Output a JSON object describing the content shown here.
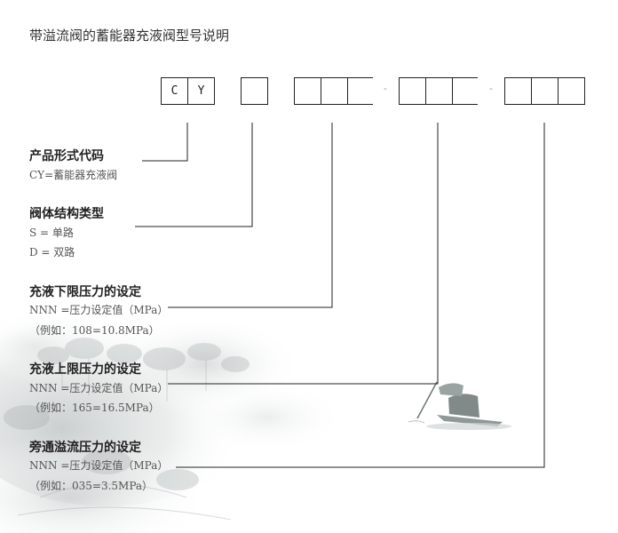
{
  "title": "带溢流阀的蓄能器充液阀型号说明",
  "code_boxes": {
    "group1": [
      "C",
      "Y"
    ],
    "group2": [
      ""
    ],
    "group3": [
      "",
      "",
      ""
    ],
    "group4": [
      "",
      "",
      ""
    ],
    "group5": [
      "",
      "",
      ""
    ],
    "separator": "-"
  },
  "sections": [
    {
      "title": "产品形式代码",
      "lines": [
        "CY=蓄能器充液阀"
      ]
    },
    {
      "title": "阀体结构类型",
      "lines": [
        "S = 单路",
        "D = 双路"
      ]
    },
    {
      "title": "充液下限压力的设定",
      "lines": [
        "NNN =压力设定值（MPa）",
        "（例如：108=10.8MPa）"
      ]
    },
    {
      "title": "充液上限压力的设定",
      "lines": [
        "NNN =压力设定值（MPa）",
        "（例如：165=16.5MPa）"
      ]
    },
    {
      "title": "旁通溢流压力的设定",
      "lines": [
        "NNN =压力设定值（MPa）",
        "（例如：035=3.5MPa）"
      ]
    }
  ],
  "colors": {
    "line": "#222222",
    "text": "#555555",
    "ink": "#c8cccc"
  }
}
